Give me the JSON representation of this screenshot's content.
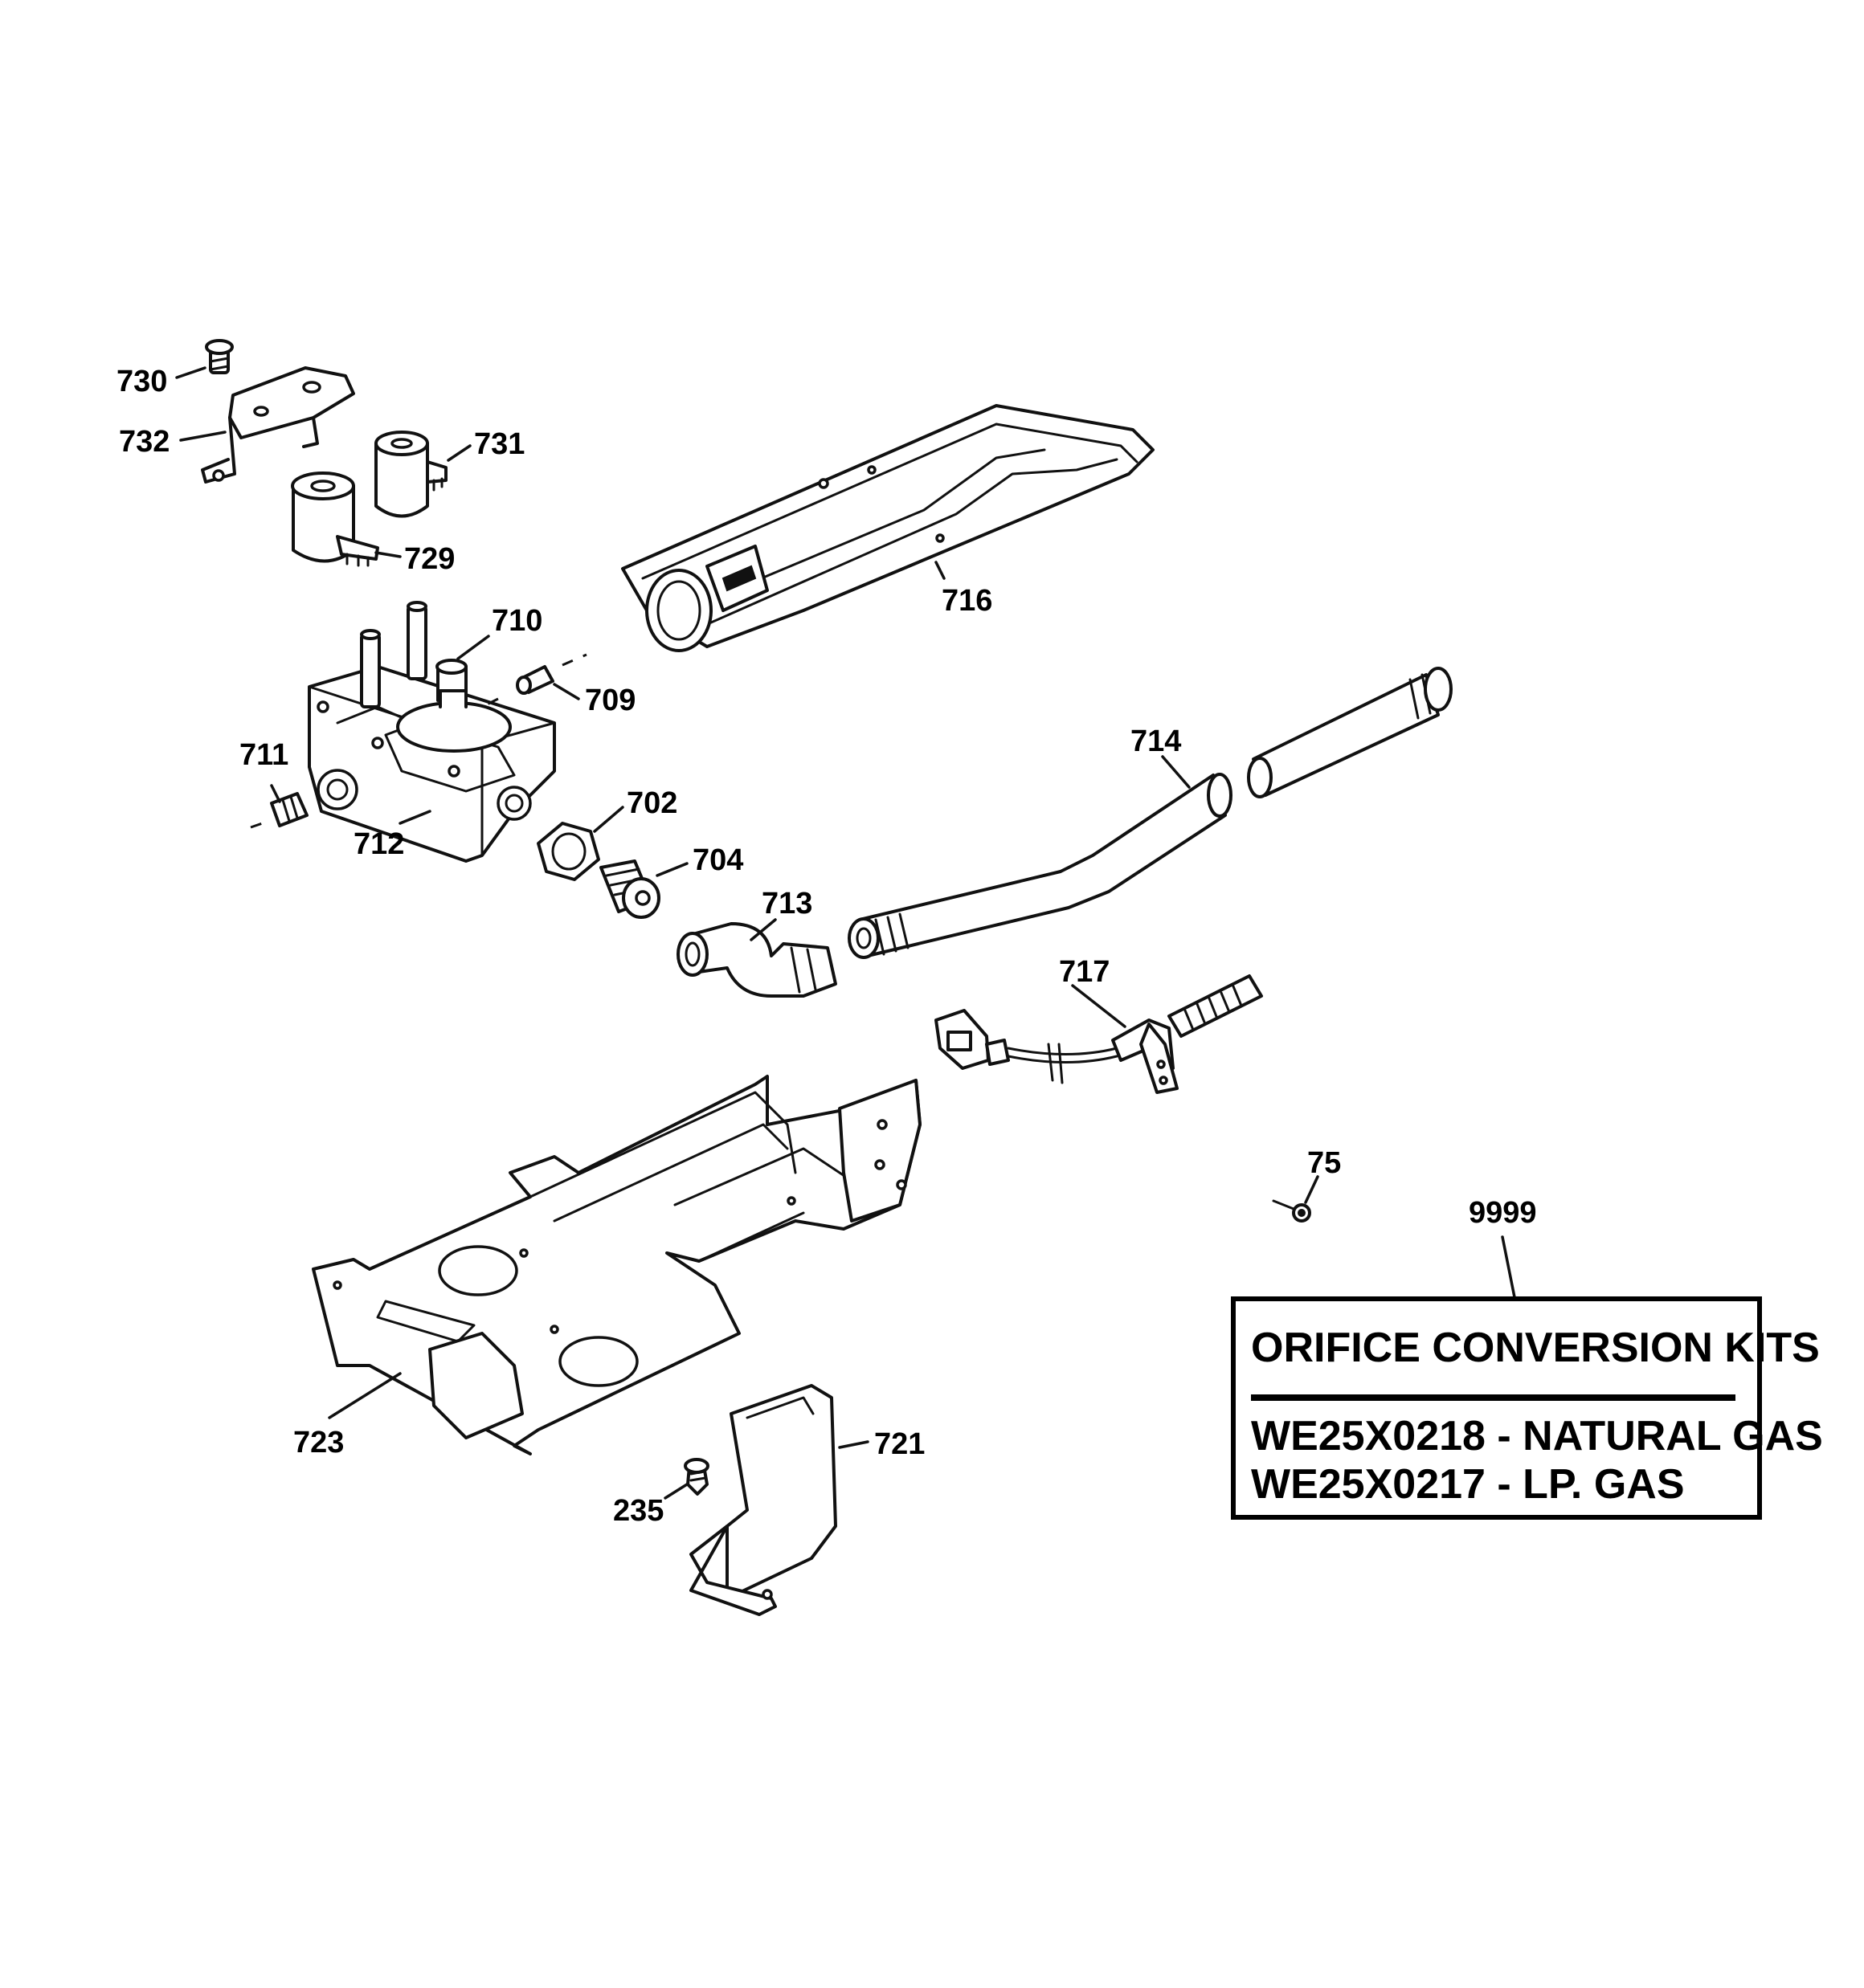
{
  "callouts": {
    "p730": "730",
    "p732": "732",
    "p731": "731",
    "p729": "729",
    "p716": "716",
    "p710": "710",
    "p709": "709",
    "p711": "711",
    "p712": "712",
    "p702": "702",
    "p704": "704",
    "p713": "713",
    "p714": "714",
    "p717": "717",
    "p75": "75",
    "p9999": "9999",
    "p723": "723",
    "p721": "721",
    "p235": "235"
  },
  "kit_box": {
    "title": "ORIFICE CONVERSION KITS",
    "lines": [
      "WE25X0218 - NATURAL GAS",
      "WE25X0217 - LP. GAS"
    ]
  }
}
